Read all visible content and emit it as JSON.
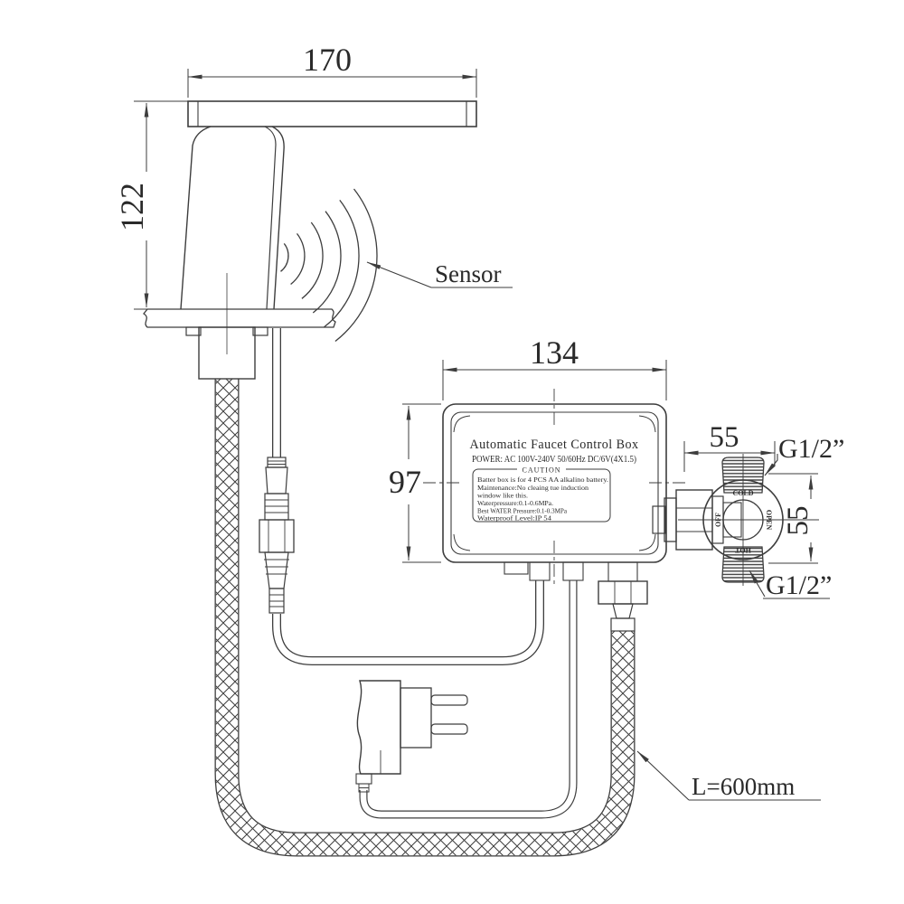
{
  "dimensions": {
    "spout_width": "170",
    "body_height": "122",
    "box_width": "134",
    "box_height": "97",
    "valve_span_h": "55",
    "valve_span_v": "55",
    "thread_top": "G1/2”",
    "thread_bottom": "G1/2”",
    "hose_length": "L=600mm"
  },
  "labels": {
    "sensor": "Sensor"
  },
  "control_box": {
    "title": "Automatic Faucet Control Box",
    "power": "POWER: AC 100V-240V 50/60Hz DC/6V(4X1.5)",
    "caution": {
      "header": "CAUTION",
      "lines": [
        "Batter box is for 4 PCS AA alkalino battery.",
        "Maintenance:No cleaing tue induction",
        "window like this.",
        "Waterpressure:0.1-0.6MPa.",
        "Best WATER Pressure:0.1-0.3MPa",
        "Waterproof Level:IP 54"
      ]
    }
  },
  "valve": {
    "top": "COLD",
    "bottom": "HOT",
    "left": "OFF",
    "right": "OPEN"
  },
  "colors": {
    "line": "#3d3d3d",
    "text": "#2a2a2a"
  }
}
